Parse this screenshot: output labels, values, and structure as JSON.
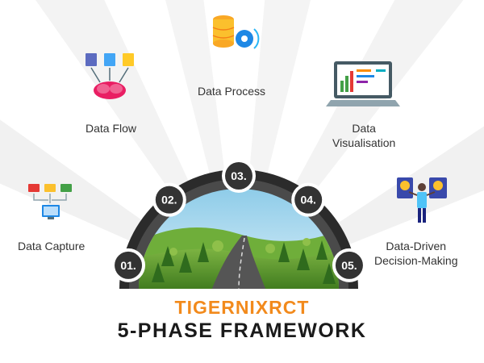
{
  "phases": [
    {
      "number": "01.",
      "label_lines": [
        "Data Capture"
      ]
    },
    {
      "number": "02.",
      "label_lines": [
        "Data Flow"
      ]
    },
    {
      "number": "03.",
      "label_lines": [
        "Data Process"
      ]
    },
    {
      "number": "04.",
      "label_lines": [
        "Data",
        "Visualisation"
      ]
    },
    {
      "number": "05.",
      "label_lines": [
        "Data-Driven",
        "Decision-Making"
      ]
    }
  ],
  "footer": {
    "brand": "TIGERNIXRCT",
    "title": "5-PHASE FRAMEWORK"
  },
  "colors": {
    "brand": "#f28a1c",
    "dark_arc": "#2b2b2b",
    "badge": "#333333",
    "ray": "#f0f0f0",
    "grass": "#5c9a2e",
    "sky": "#a9d8f0"
  },
  "icons": [
    "folders-monitor-icon",
    "brain-flow-icon",
    "database-gear-icon",
    "laptop-chart-icon",
    "person-dashboards-icon"
  ]
}
